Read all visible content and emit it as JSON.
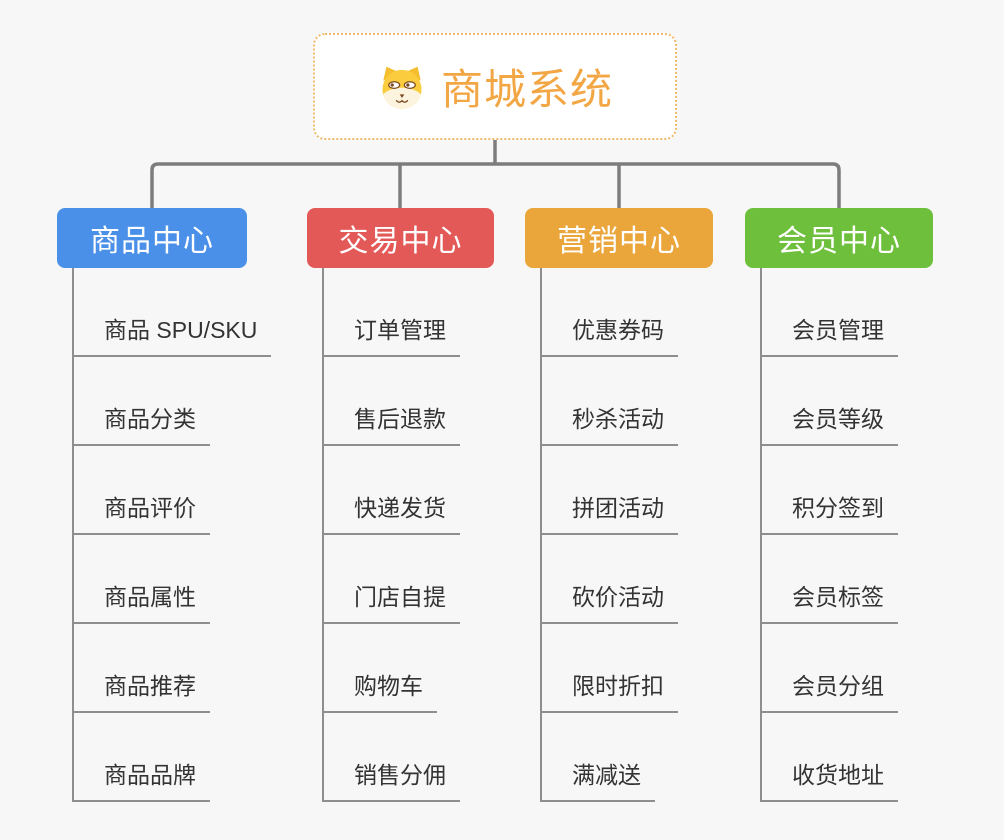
{
  "page": {
    "background_color": "#F7F7F7"
  },
  "root": {
    "title": "商城系统",
    "icon": "shiba-dog-icon",
    "title_color": "#F2A644",
    "border_color": "#F0B968",
    "background_color": "#FFFFFF"
  },
  "connectors": {
    "tree_line_color": "#7D7D7D",
    "branch_line_color": "#8E8E8E"
  },
  "item_text_color": "#333333",
  "branches": [
    {
      "label": "商品中心",
      "color": "#4A90E8",
      "items": [
        "商品 SPU/SKU",
        "商品分类",
        "商品评价",
        "商品属性",
        "商品推荐",
        "商品品牌"
      ]
    },
    {
      "label": "交易中心",
      "color": "#E25958",
      "items": [
        "订单管理",
        "售后退款",
        "快递发货",
        "门店自提",
        "购物车",
        "销售分佣"
      ]
    },
    {
      "label": "营销中心",
      "color": "#EBA63B",
      "items": [
        "优惠券码",
        "秒杀活动",
        "拼团活动",
        "砍价活动",
        "限时折扣",
        "满减送"
      ]
    },
    {
      "label": "会员中心",
      "color": "#6EC03C",
      "items": [
        "会员管理",
        "会员等级",
        "积分签到",
        "会员标签",
        "会员分组",
        "收货地址"
      ]
    }
  ]
}
